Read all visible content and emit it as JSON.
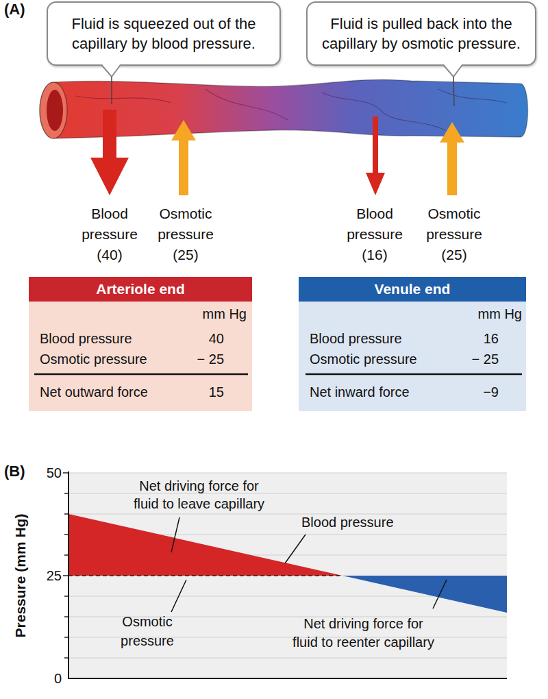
{
  "diagram": {
    "nodes": [
      {
        "text": [
          "Fluid is squeezed out of the capillary by blood pressure."
        ]
      },
      {
        "text": [
          "Fluid is pulled back into the capillary by osmotic pressure."
        ]
      },
      {
        "text": [
          "Arteriole end",
          "mm Hg",
          "Blood pressure",
          "40",
          "Osmotic pressure",
          "− 25",
          "Net outward force",
          "15"
        ]
      },
      {
        "text": [
          "Venule end",
          "mm Hg",
          "Blood pressure",
          "16",
          "Osmotic pressure",
          "− 25",
          "Net inward force",
          "−9"
        ]
      }
    ],
    "labels": [
      "(A)",
      "Blood pressure (40)",
      "Osmotic pressure (25)",
      "Blood pressure (16)",
      "Osmotic pressure (25)",
      "(B)",
      "50",
      "25",
      "0",
      "Pressure (mm Hg)",
      "Net driving force for fluid to leave capillary",
      "Blood pressure",
      "Osmotic pressure",
      "Net driving force for fluid to reenter capillary"
    ]
  }
}
